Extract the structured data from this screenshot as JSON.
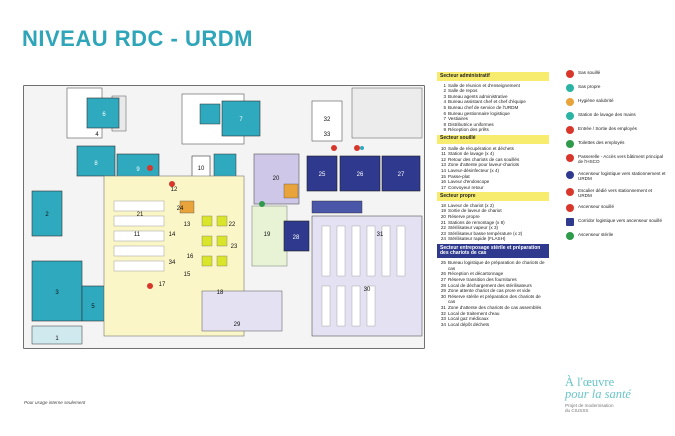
{
  "title": "NIVEAU RDC - URDM",
  "footer_note": "Pour usage interne seulement",
  "brand": {
    "line1": "À l'œuvre",
    "line2": "pour la santé",
    "sub1": "Projet de modernisation",
    "sub2": "du CIUSSS"
  },
  "legend": {
    "sections": [
      {
        "title": "Secteur administratif",
        "style": "yellow",
        "items": [
          {
            "n": "1",
            "t": "Salle de réunion et d'enseignement"
          },
          {
            "n": "2",
            "t": "Salle de repos"
          },
          {
            "n": "3",
            "t": "Bureau agents administrative"
          },
          {
            "n": "4",
            "t": "Bureau assistant chef et chef d'équipe"
          },
          {
            "n": "5",
            "t": "Bureau chef de service de l'URDM"
          },
          {
            "n": "6",
            "t": "Bureau gestionnaire logistique"
          },
          {
            "n": "7",
            "t": "Vestiaires"
          },
          {
            "n": "8",
            "t": "Distributrice uniformes"
          },
          {
            "n": "9",
            "t": "Réception des prêts"
          }
        ]
      },
      {
        "title": "Secteur souillé",
        "style": "yellow",
        "items": [
          {
            "n": "10",
            "t": "Salle de récupération et déchets"
          },
          {
            "n": "11",
            "t": "Station de lavage (x 4)"
          },
          {
            "n": "12",
            "t": "Retour des chariots de cas souillés"
          },
          {
            "n": "13",
            "t": "Zone d'attente pour laveur-chariots"
          },
          {
            "n": "14",
            "t": "Laveur-désinfecteur (x 4)"
          },
          {
            "n": "15",
            "t": "Passe-plat"
          },
          {
            "n": "16",
            "t": "Laveur d'endoscope"
          },
          {
            "n": "17",
            "t": "Convoyeur retour"
          }
        ]
      },
      {
        "title": "Secteur propre",
        "style": "yellow",
        "items": [
          {
            "n": "18",
            "t": "Laveur de chariot (x 2)"
          },
          {
            "n": "19",
            "t": "Sortie de laveur de chariot"
          },
          {
            "n": "20",
            "t": "Réserve propre"
          },
          {
            "n": "21",
            "t": "Stations de remontage (x 8)"
          },
          {
            "n": "22",
            "t": "Stérilisateur vapeur (x 3)"
          },
          {
            "n": "23",
            "t": "Stérilisateur basse température (x 2)"
          },
          {
            "n": "24",
            "t": "Stérilisateur rapide (FLASH)"
          }
        ]
      },
      {
        "title": "Secteur entreposage stérile et préparation des chariots de cas",
        "style": "blue",
        "items": [
          {
            "n": "25",
            "t": "Bureau logistique de préparation de chariots de cas"
          },
          {
            "n": "26",
            "t": "Réception et décartonnage"
          },
          {
            "n": "27",
            "t": "Réserve transition des fournitures"
          },
          {
            "n": "28",
            "t": "Local de déchargement des stérilisateurs"
          },
          {
            "n": "29",
            "t": "Zone attente chariot de cas prore et vide"
          },
          {
            "n": "30",
            "t": "Réserve stérile et préparation des chariots de cas"
          },
          {
            "n": "31",
            "t": "Zone d'attente des chariots de cas assemblés"
          },
          {
            "n": "32",
            "t": "Local de traitement d'eau"
          },
          {
            "n": "33",
            "t": "Local gaz médicaux"
          },
          {
            "n": "34",
            "t": "Local dépôt déchets"
          }
        ]
      }
    ]
  },
  "symbols": [
    {
      "label": "Sas souillé",
      "color": "#d9362b",
      "icon": "dirty-airlock-icon"
    },
    {
      "label": "Sas propre",
      "color": "#2bb3a3",
      "icon": "clean-airlock-icon"
    },
    {
      "label": "Hygiène salubrité",
      "color": "#e8a33a",
      "icon": "hygiene-icon"
    },
    {
      "label": "Station de lavage des mains",
      "color": "#2bb3a3",
      "icon": "handwash-icon"
    },
    {
      "label": "Entrée / Sortie des employés",
      "color": "#d9362b",
      "icon": "employee-entrance-icon"
    },
    {
      "label": "Toilettes des employés",
      "color": "#2e9a4a",
      "icon": "toilet-icon"
    },
    {
      "label": "Passerelle - Accès vers bâtiment principal de l'HSCO",
      "color": "#d9362b",
      "icon": "footbridge-icon"
    },
    {
      "label": "Ascenseur logistique vers stationnement et URDM",
      "color": "#2f3a8f",
      "icon": "logistics-elevator-icon"
    },
    {
      "label": "Escalier dédié vers stationnement et URDM",
      "color": "#d9362b",
      "icon": "staircase-icon"
    },
    {
      "label": "Ascenseur souillé",
      "color": "#d9362b",
      "icon": "dirty-elevator-icon"
    },
    {
      "label": "Corridor logistique vers ascenseur souillé",
      "color": "#2f3a8f",
      "icon": "corridor-icon"
    },
    {
      "label": "Ascenseur stérile",
      "color": "#2e9a4a",
      "icon": "sterile-elevator-icon"
    }
  ],
  "rooms": [
    {
      "label": "1"
    },
    {
      "label": "2"
    },
    {
      "label": "3"
    },
    {
      "label": "4"
    },
    {
      "label": "5"
    },
    {
      "label": "6"
    },
    {
      "label": "7"
    },
    {
      "label": "8"
    },
    {
      "label": "9"
    },
    {
      "label": "10"
    },
    {
      "label": "11"
    },
    {
      "label": "12"
    },
    {
      "label": "13"
    },
    {
      "label": "14"
    },
    {
      "label": "15"
    },
    {
      "label": "16"
    },
    {
      "label": "17"
    },
    {
      "label": "18"
    },
    {
      "label": "19"
    },
    {
      "label": "20"
    },
    {
      "label": "21"
    },
    {
      "label": "22"
    },
    {
      "label": "23"
    },
    {
      "label": "24"
    },
    {
      "label": "25"
    },
    {
      "label": "26"
    },
    {
      "label": "27"
    },
    {
      "label": "28"
    },
    {
      "label": "29"
    },
    {
      "label": "30"
    },
    {
      "label": "31"
    },
    {
      "label": "32"
    },
    {
      "label": "33"
    },
    {
      "label": "34"
    }
  ]
}
